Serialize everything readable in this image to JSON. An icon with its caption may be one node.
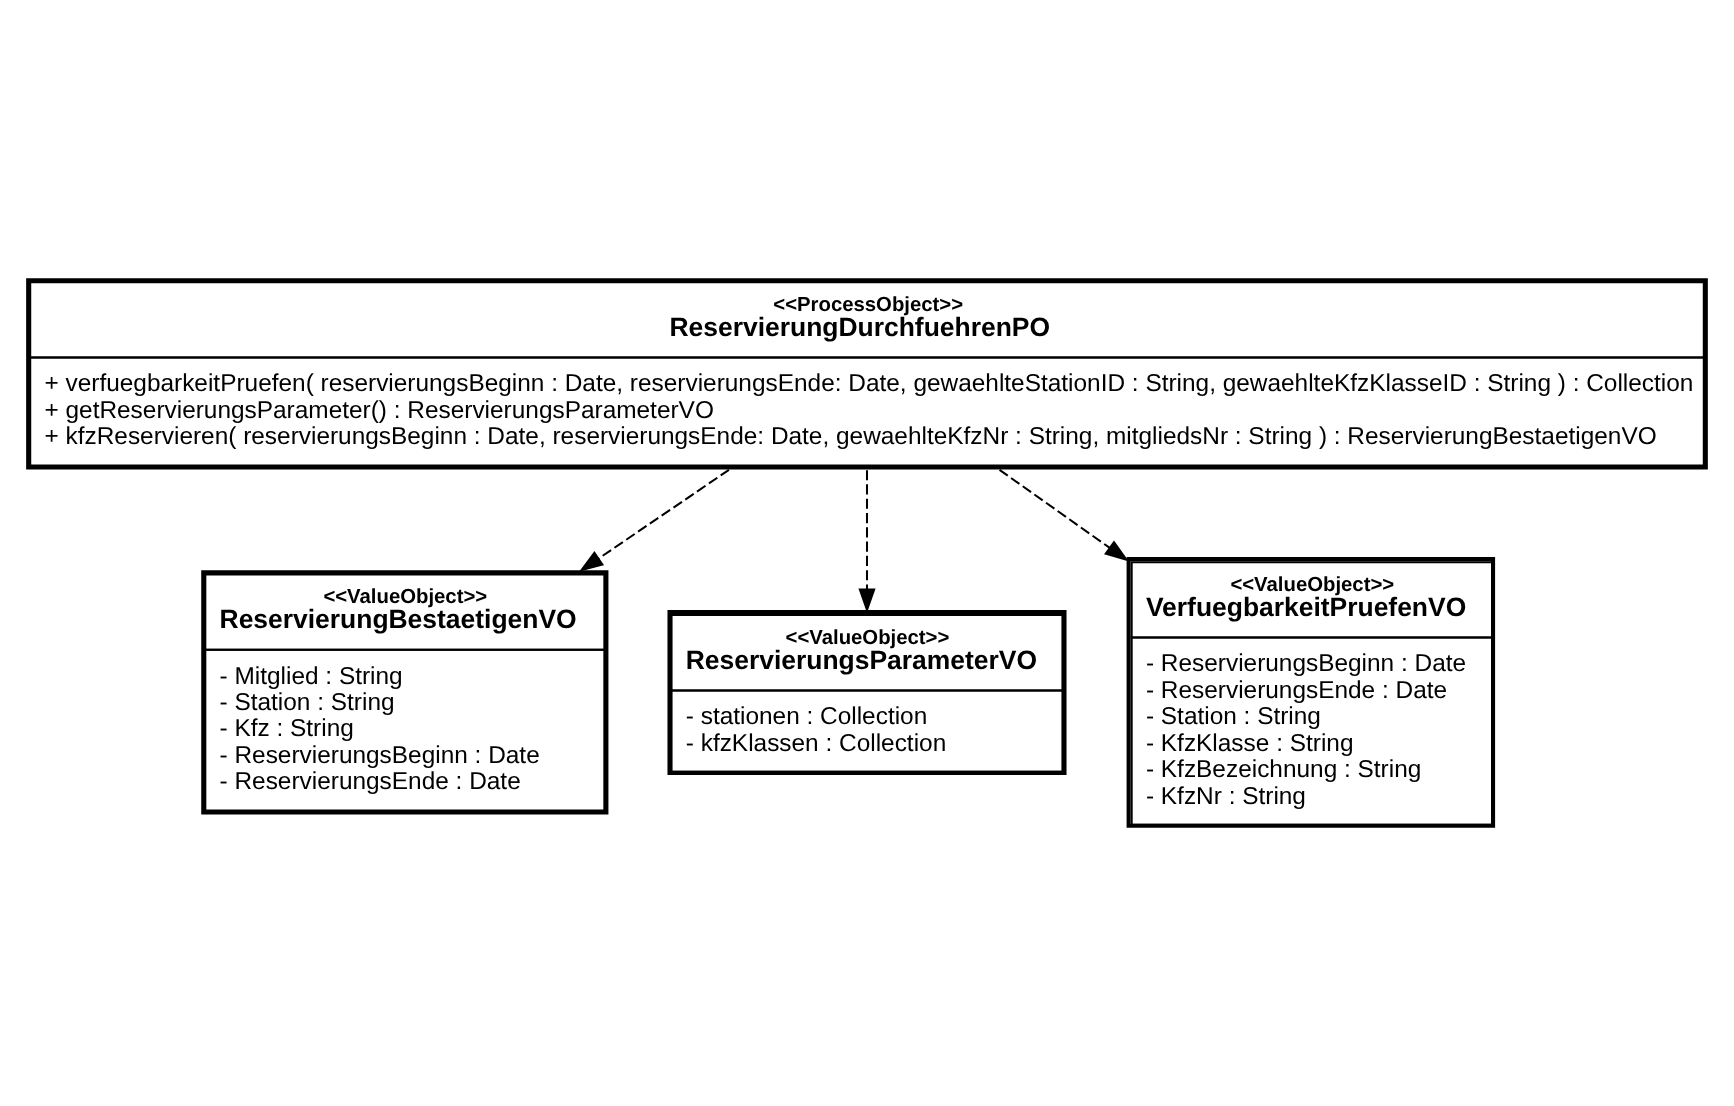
{
  "diagram": {
    "nodes": [
      {
        "text": [
          "<<ProcessObject>>",
          "ReservierungDurchfuehrenPO",
          "+ verfuegbarkeitPruefen( reservierungsBeginn : Date, reservierungsEnde: Date, gewaehlteStationID : String, gewaehlteKfzKlasseID : String ) : Collection",
          "+ getReservierungsParameter() : ReservierungsParameterVO",
          "+ kfzReservieren( reservierungsBeginn : Date, reservierungsEnde: Date, gewaehlteKfzNr : String, mitgliedsNr : String ) : ReservierungBestaetigenVO"
        ]
      },
      {
        "text": [
          "<<ValueObject>>",
          "ReservierungBestaetigenVO",
          "- Mitglied : String",
          "- Station : String",
          "- Kfz : String",
          "- ReservierungsBeginn : Date",
          "- ReservierungsEnde : Date"
        ]
      },
      {
        "text": [
          "<<ValueObject>>",
          "ReservierungsParameterVO",
          "- stationen : Collection",
          "- kfzKlassen : Collection"
        ]
      },
      {
        "text": [
          "<<ValueObject>>",
          "VerfuegbarkeitPruefenVO",
          "- ReservierungsBeginn : Date",
          "- ReservierungsEnde : Date",
          "- Station : String",
          "- KfzKlasse : String",
          "- KfzBezeichnung : String",
          "- KfzNr : String"
        ]
      }
    ],
    "edges": [
      {
        "from": 0,
        "to": 1,
        "arrow": "to",
        "style": "dashed"
      },
      {
        "from": 0,
        "to": 2,
        "arrow": "to",
        "style": "dashed"
      },
      {
        "from": 0,
        "to": 3,
        "arrow": "to",
        "style": "dashed"
      }
    ]
  }
}
